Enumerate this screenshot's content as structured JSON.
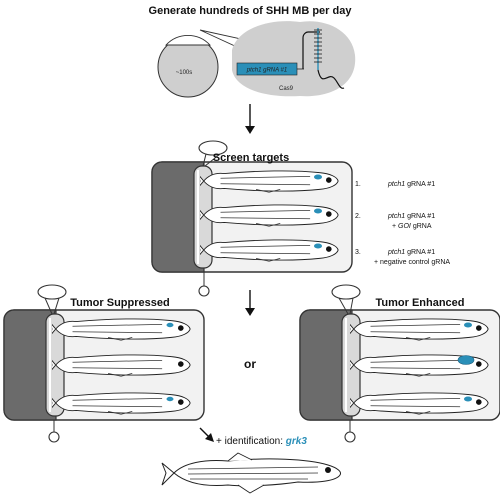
{
  "header": {
    "title": "Generate hundreds of SHH MB per day",
    "embryo_label": "~100s",
    "grna_label": "ptch1 gRNA #1",
    "cas9_label": "Cas9"
  },
  "screen": {
    "title": "Screen targets",
    "conditions": [
      {
        "num": "1.",
        "gene": "ptch1",
        "line1": " gRNA #1",
        "line2_italic": "",
        "line2": ""
      },
      {
        "num": "2.",
        "gene": "ptch1",
        "line1": " gRNA #1",
        "line2_italic": "GOI",
        "line2": "+ ",
        "line2_tail": " gRNA"
      },
      {
        "num": "3.",
        "gene": "ptch1",
        "line1": " gRNA #1",
        "line2_italic": "",
        "line2": "+ negative control gRNA"
      }
    ]
  },
  "outcomes": {
    "left_title": "Tumor Suppressed",
    "or_label": "or",
    "right_title": "Tumor Enhanced"
  },
  "identification": {
    "prefix": "+ identification: ",
    "gene": "grk3",
    "gene_color": "#2a8fb8"
  },
  "colors": {
    "tank_dark": "#6b6b6b",
    "tank_light": "#e6e6e6",
    "tumor_blue": "#2a8fb8",
    "embryo_gray": "#cfcfcf"
  }
}
